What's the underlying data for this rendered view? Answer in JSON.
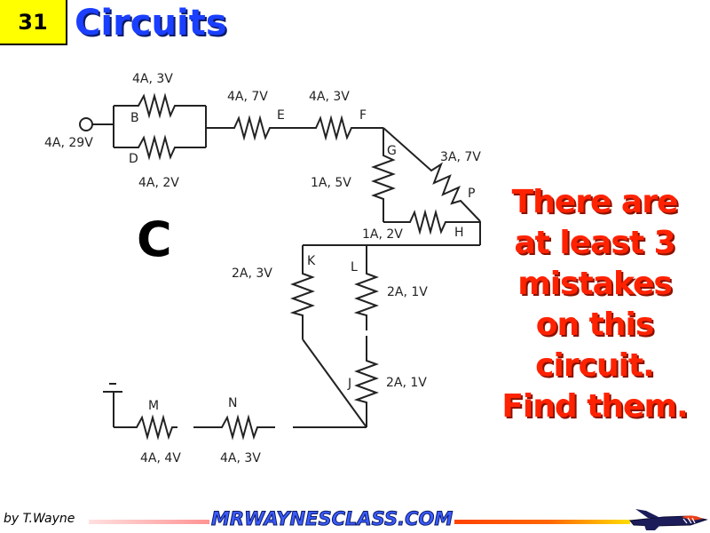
{
  "header": {
    "slide_number": "31",
    "title": "Circuits",
    "number_box_color": "#ffff00",
    "title_color": "#1a3fff"
  },
  "circuit": {
    "source_label": "4A, 29V",
    "resistors": [
      {
        "name": "B",
        "label": "4A, 3V"
      },
      {
        "name": "D",
        "label": "4A, 2V"
      },
      {
        "name": "E",
        "label": "4A, 7V"
      },
      {
        "name": "F",
        "label": "4A, 3V"
      },
      {
        "name": "G",
        "label": "1A, 5V"
      },
      {
        "name": "P",
        "label": "3A, 7V"
      },
      {
        "name": "H",
        "label": "1A, 2V"
      },
      {
        "name": "K",
        "label": "2A, 3V"
      },
      {
        "name": "L",
        "label": "2A, 1V"
      },
      {
        "name": "J",
        "label": "2A, 1V"
      },
      {
        "name": "M",
        "label": "4A, 4V"
      },
      {
        "name": "N",
        "label": "4A, 3V"
      }
    ],
    "side_letter": "C",
    "ground_symbol": "ground"
  },
  "message": {
    "lines": [
      "There are",
      "at least 3",
      "mistakes",
      "on this",
      "circuit.",
      "Find them."
    ],
    "color": "#ff2200"
  },
  "footer": {
    "author": "by T.Wayne",
    "site": "MRWAYNESCLASS.COM",
    "logo_icon": "jet-icon"
  }
}
